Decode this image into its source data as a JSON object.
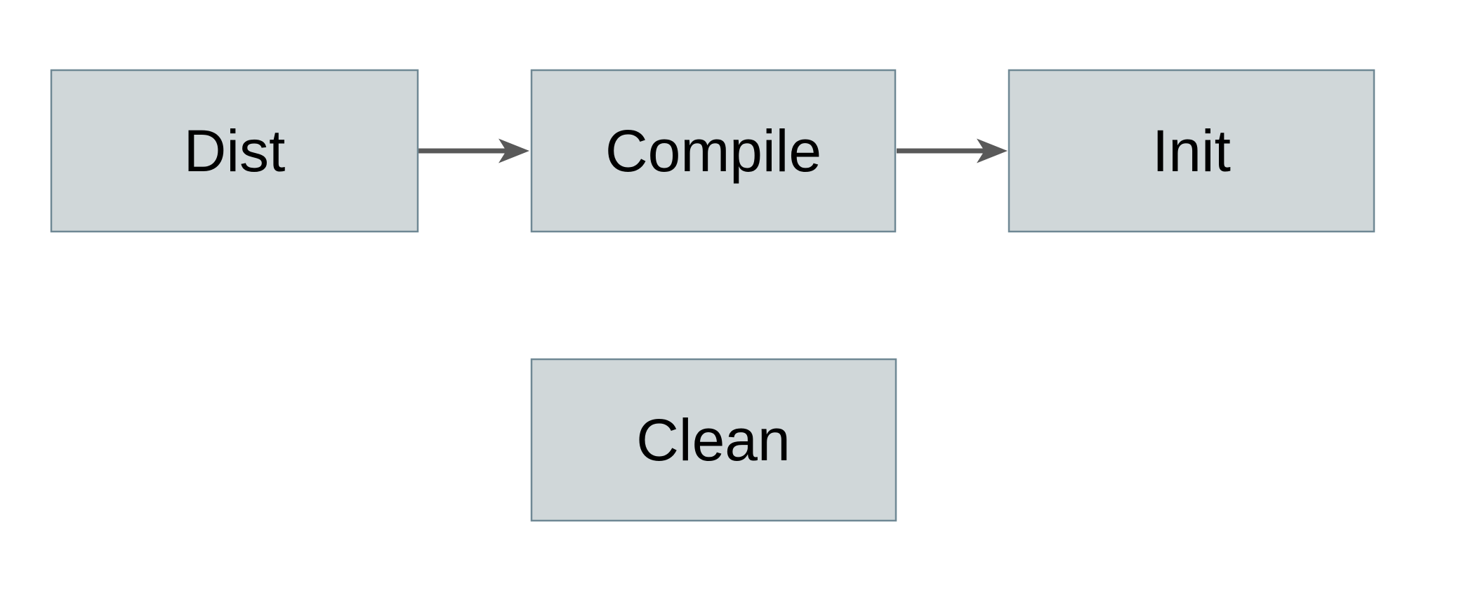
{
  "diagram": {
    "background_color": "#ffffff",
    "nodes": [
      {
        "id": "dist",
        "label": "Dist"
      },
      {
        "id": "compile",
        "label": "Compile"
      },
      {
        "id": "init",
        "label": "Init"
      },
      {
        "id": "clean",
        "label": "Clean"
      }
    ],
    "edges": [
      {
        "from": "dist",
        "to": "compile",
        "direction": "right"
      },
      {
        "from": "compile",
        "to": "init",
        "direction": "right"
      }
    ],
    "colors": {
      "node_fill": "#d0d7d9",
      "node_border": "#6f8894",
      "arrow": "#595959",
      "label_text": "#000000"
    }
  }
}
